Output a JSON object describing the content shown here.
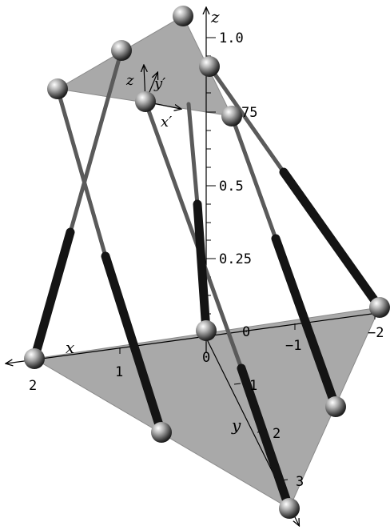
{
  "colors": {
    "plate": "#a9a9a9",
    "plate_edge": "#8a8a8a",
    "rod_upper": "#5a5a5a",
    "rod_lower": "#141414",
    "joint_light": "#ffffff",
    "joint_mid": "#9a9a9a",
    "joint_dark": "#202020"
  },
  "axes": {
    "base": {
      "x_label": "x",
      "y_label": "y",
      "z_label": "z",
      "x_ticks": [
        "2",
        "1",
        "0"
      ],
      "y_ticks": [
        "0",
        "1",
        "2",
        "3"
      ],
      "neg_ticks": [
        "0",
        "−1",
        "−2"
      ],
      "z_ticks": [
        "1.0",
        "75",
        "0.5",
        "0.25"
      ]
    },
    "platform": {
      "x_label": "x′",
      "y_label": "y′",
      "z_label": "z"
    }
  },
  "legs_count": 6
}
